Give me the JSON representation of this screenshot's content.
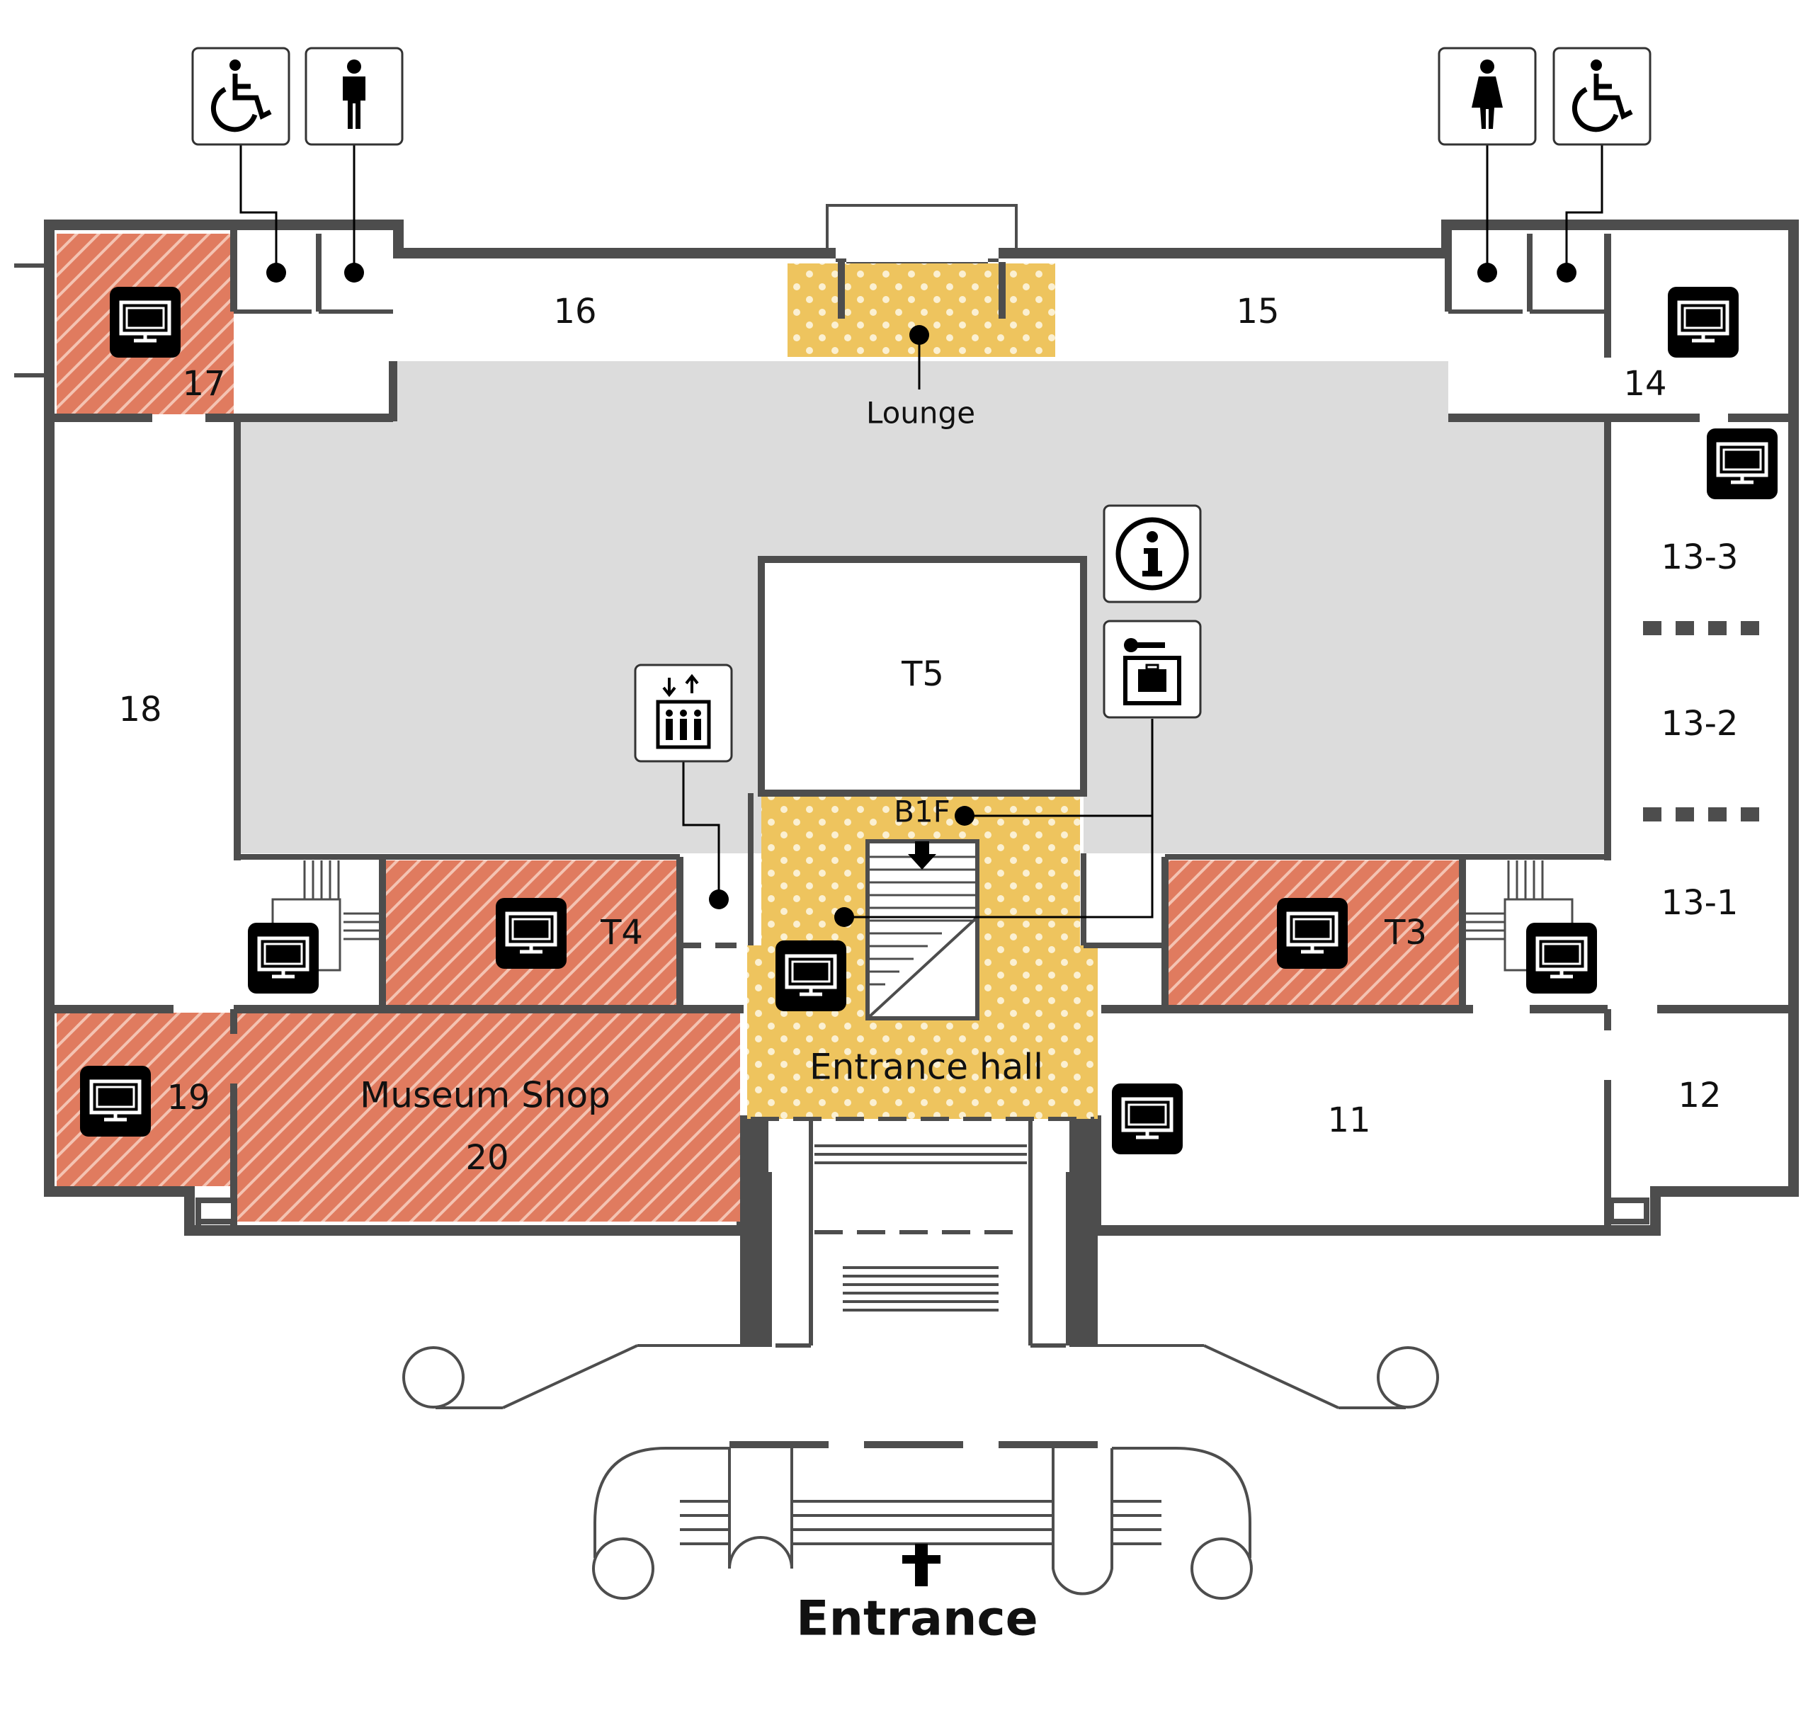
{
  "rooms": {
    "r11": "11",
    "r12": "12",
    "r13_1": "13-1",
    "r13_2": "13-2",
    "r13_3": "13-3",
    "r14": "14",
    "r15": "15",
    "r16": "16",
    "r17": "17",
    "r18": "18",
    "r19": "19",
    "r20": "20",
    "t3": "T3",
    "t4": "T4",
    "t5": "T5"
  },
  "areas": {
    "lounge": "Lounge",
    "museum_shop": "Museum Shop",
    "entrance_hall": "Entrance hall",
    "b1f": "B1F",
    "entrance": "Entrance"
  },
  "icons": {
    "restroom_signs": [
      "wheelchair-accessible-restroom-icon",
      "mens-restroom-icon",
      "womens-restroom-icon",
      "wheelchair-accessible-restroom-icon"
    ],
    "service_signs": [
      "information-icon",
      "coin-locker-icon",
      "elevator-icon"
    ],
    "media_screen": "monitor-icon",
    "stairs_direction": "arrow-icon"
  },
  "colors": {
    "wall": "#4d4d4d",
    "circulation_grey": "#dcdcdc",
    "exhibition_salmon": "#e07b5f",
    "public_yellow": "#eec45e"
  }
}
